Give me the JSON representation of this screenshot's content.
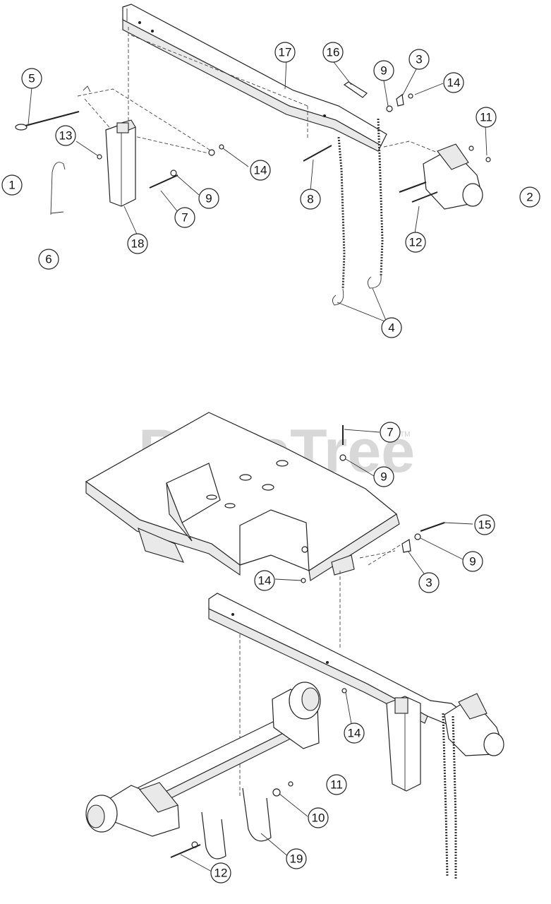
{
  "watermark": {
    "brand": "PartsTree",
    "trademark": "TM"
  },
  "callouts": [
    {
      "id": "c1",
      "label": "1"
    },
    {
      "id": "c2",
      "label": "2"
    },
    {
      "id": "c3a",
      "label": "3"
    },
    {
      "id": "c4",
      "label": "4"
    },
    {
      "id": "c5",
      "label": "5"
    },
    {
      "id": "c6",
      "label": "6"
    },
    {
      "id": "c7a",
      "label": "7"
    },
    {
      "id": "c8",
      "label": "8"
    },
    {
      "id": "c9a",
      "label": "9"
    },
    {
      "id": "c9b",
      "label": "9"
    },
    {
      "id": "c11a",
      "label": "11"
    },
    {
      "id": "c12a",
      "label": "12"
    },
    {
      "id": "c13",
      "label": "13"
    },
    {
      "id": "c14a",
      "label": "14"
    },
    {
      "id": "c14b",
      "label": "14"
    },
    {
      "id": "c16",
      "label": "16"
    },
    {
      "id": "c17",
      "label": "17"
    },
    {
      "id": "c18",
      "label": "18"
    },
    {
      "id": "c7b",
      "label": "7"
    },
    {
      "id": "c9c",
      "label": "9"
    },
    {
      "id": "c15",
      "label": "15"
    },
    {
      "id": "c9d",
      "label": "9"
    },
    {
      "id": "c3b",
      "label": "3"
    },
    {
      "id": "c14c",
      "label": "14"
    },
    {
      "id": "c14d",
      "label": "14"
    },
    {
      "id": "c11b",
      "label": "11"
    },
    {
      "id": "c10",
      "label": "10"
    },
    {
      "id": "c19",
      "label": "19"
    },
    {
      "id": "c12b",
      "label": "12"
    }
  ]
}
